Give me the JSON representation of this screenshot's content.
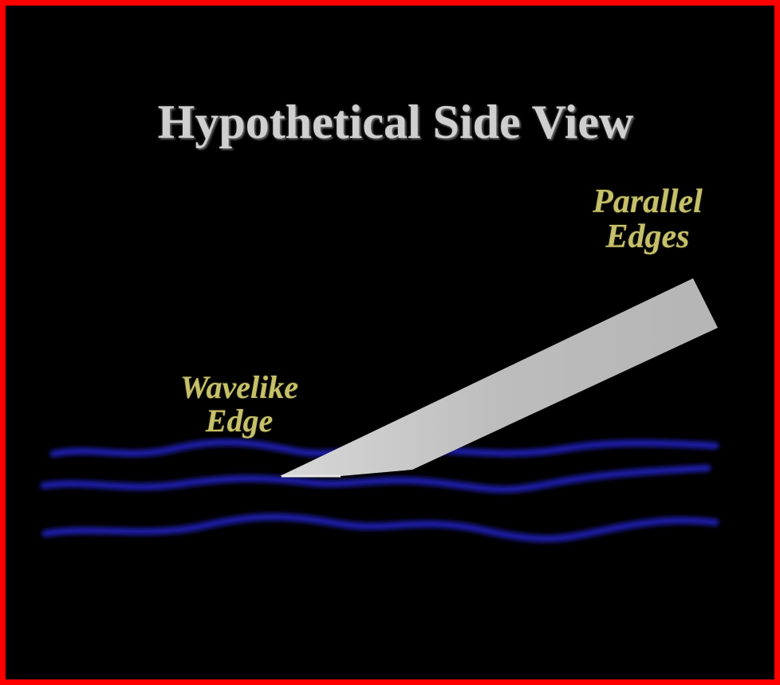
{
  "title": "Hypothetical Side View",
  "labels": {
    "parallel_line1": "Parallel",
    "parallel_line2": "Edges",
    "wavelike_line1": "Wavelike",
    "wavelike_line2": "Edge"
  },
  "colors": {
    "background": "#000000",
    "frame": "#ff0000",
    "title": "#cfcfcf",
    "label": "#c6c06a",
    "wave": "#1a1aa8",
    "plank": "#c4c4c4"
  }
}
